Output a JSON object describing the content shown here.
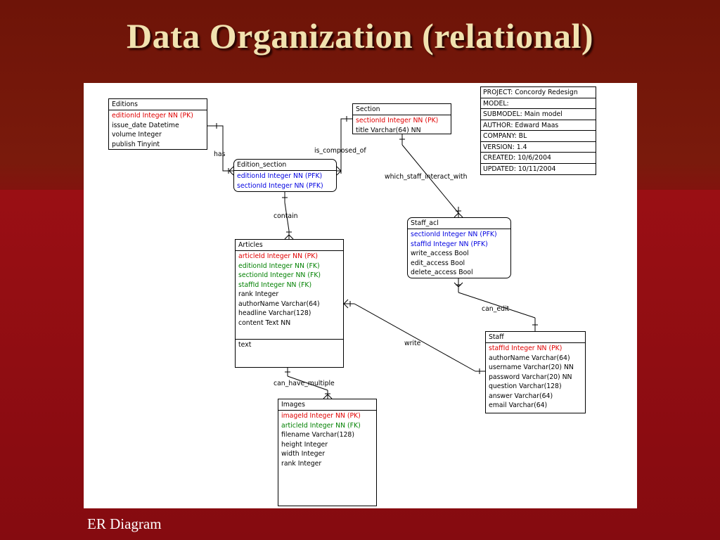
{
  "slide": {
    "title": "Data Organization (relational)",
    "caption": "ER Diagram"
  },
  "info_box": [
    "PROJECT: Concordy Redesign",
    "MODEL:",
    "SUBMODEL: Main model",
    "AUTHOR: Edward Maas",
    "COMPANY: BL",
    "VERSION: 1.4",
    "CREATED: 10/6/2004",
    "UPDATED: 10/11/2004"
  ],
  "entities": {
    "editions": {
      "name": "Editions",
      "fields": [
        "editionId Integer NN (PK)",
        "issue_date Datetime",
        "volume Integer",
        "publish Tinyint"
      ]
    },
    "section": {
      "name": "Section",
      "fields": [
        "sectionId Integer NN (PK)",
        "title Varchar(64) NN"
      ]
    },
    "edition_section": {
      "name": "Edition_section",
      "fields": [
        "editionId Integer NN (PFK)",
        "sectionId Integer NN (PFK)"
      ]
    },
    "staff_acl": {
      "name": "Staff_acl",
      "fields": [
        "sectionId Integer NN (PFK)",
        "staffId Integer NN (PFK)",
        "write_access Bool",
        "edit_access Bool",
        "delete_access Bool"
      ]
    },
    "articles": {
      "name": "Articles",
      "fields": [
        "articleId Integer NN (PK)",
        "editionId Integer NN (FK)",
        "sectionId Integer NN (FK)",
        "staffId Integer NN (FK)",
        "rank Integer",
        "authorName Varchar(64)",
        "headline Varchar(128)",
        "content Text NN"
      ],
      "extra": "text"
    },
    "staff": {
      "name": "Staff",
      "fields": [
        "staffId Integer NN (PK)",
        "authorName Varchar(64)",
        "username Varchar(20) NN",
        "password Varchar(20) NN",
        "question Varchar(128)",
        "answer Varchar(64)",
        "email Varchar(64)"
      ]
    },
    "images": {
      "name": "Images",
      "fields": [
        "imageId Integer NN (PK)",
        "articleId Integer NN (FK)",
        "filename Varchar(128)",
        "height Integer",
        "width Integer",
        "rank Integer"
      ]
    }
  },
  "relationships": {
    "has": "has",
    "is_composed_of": "is_composed_of",
    "which_staff_interact_with": "which_staff_interact_with",
    "contain": "contain",
    "can_edit": "can_edit",
    "write": "write",
    "can_have_multiple": "can_have_multiple"
  },
  "colors": {
    "primary_key": "#e00000",
    "foreign_key": "#008000",
    "primary_foreign_key": "#0000e0"
  }
}
